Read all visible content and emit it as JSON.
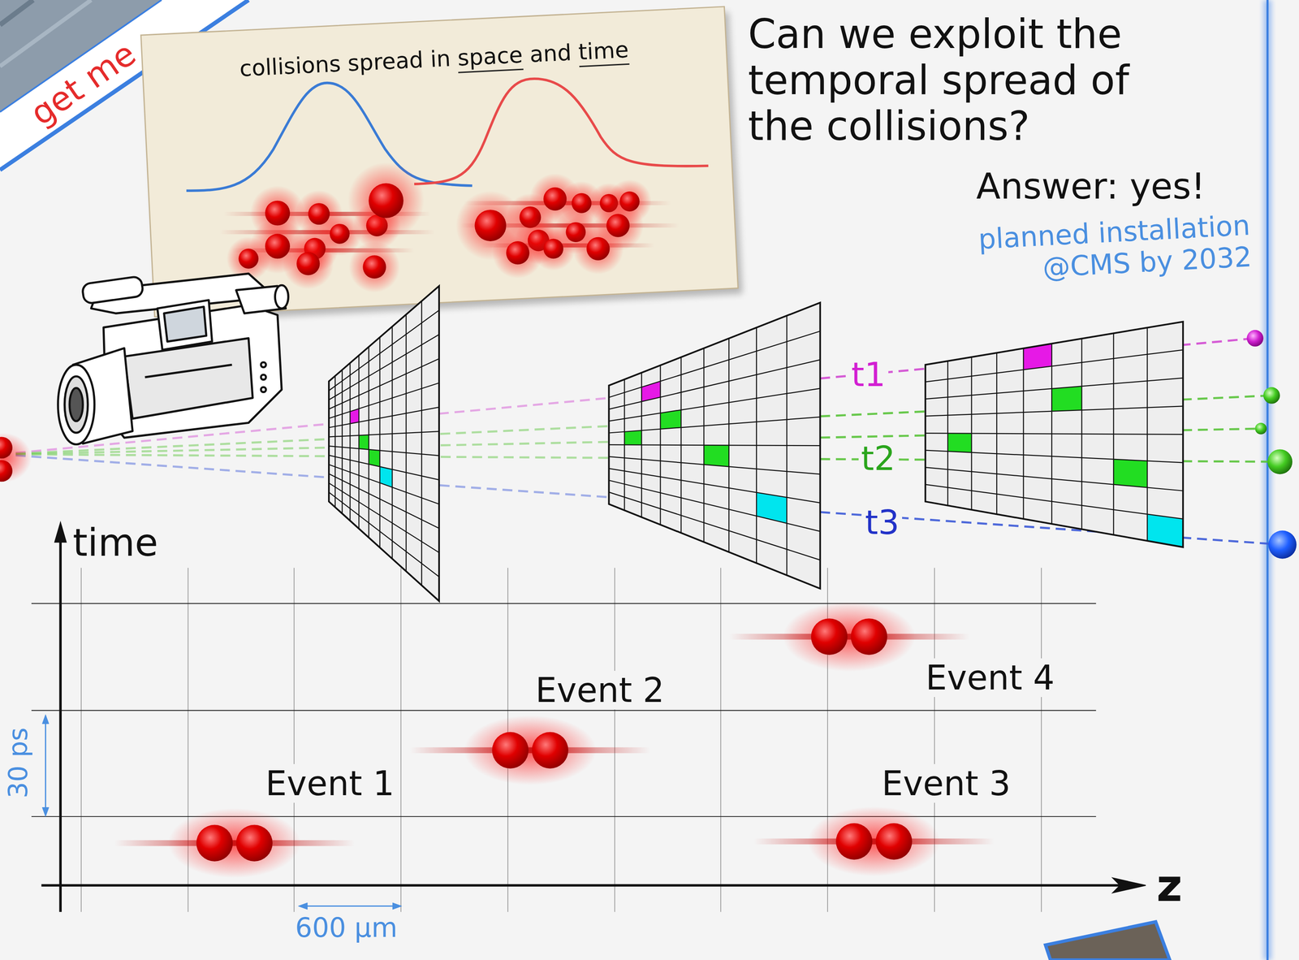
{
  "diagram": {
    "title": "Can we exploit the temporal spread of the collisions?",
    "nodes": [
      {
        "text": [
          "collisions spread in space and time"
        ]
      }
    ],
    "labels": [
      "get me",
      "Answer: yes!",
      "planned installation @CMS by 2032",
      "t1",
      "t2",
      "t3",
      "time",
      "Event 2",
      "Event 4",
      "Event 1",
      "Event 3",
      "30 ps",
      "z",
      "600 µm"
    ]
  }
}
